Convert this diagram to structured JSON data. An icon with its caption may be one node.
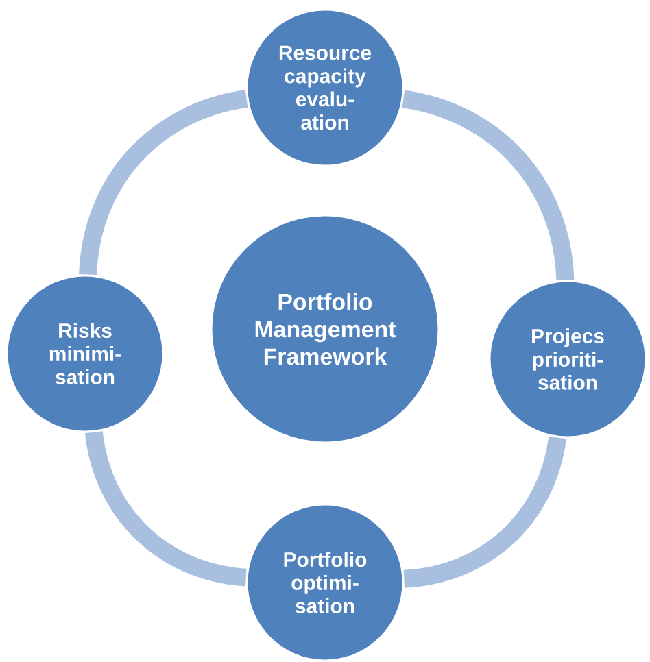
{
  "diagram": {
    "nodes": [
      {
        "text": [
          "Resource capacity evalu- ation"
        ]
      },
      {
        "text": [
          "Risks minimi- sation"
        ]
      },
      {
        "text": [
          "Portfolio Management Framework"
        ]
      },
      {
        "text": [
          "Projecs prioriti- sation"
        ]
      },
      {
        "text": [
          "Portfolio optimi- sation"
        ]
      }
    ],
    "edges": [
      {
        "from": 0,
        "to": 3,
        "arrow": "none"
      },
      {
        "from": 3,
        "to": 4,
        "arrow": "none"
      },
      {
        "from": 4,
        "to": 1,
        "arrow": "none"
      },
      {
        "from": 1,
        "to": 0,
        "arrow": "none"
      }
    ]
  }
}
